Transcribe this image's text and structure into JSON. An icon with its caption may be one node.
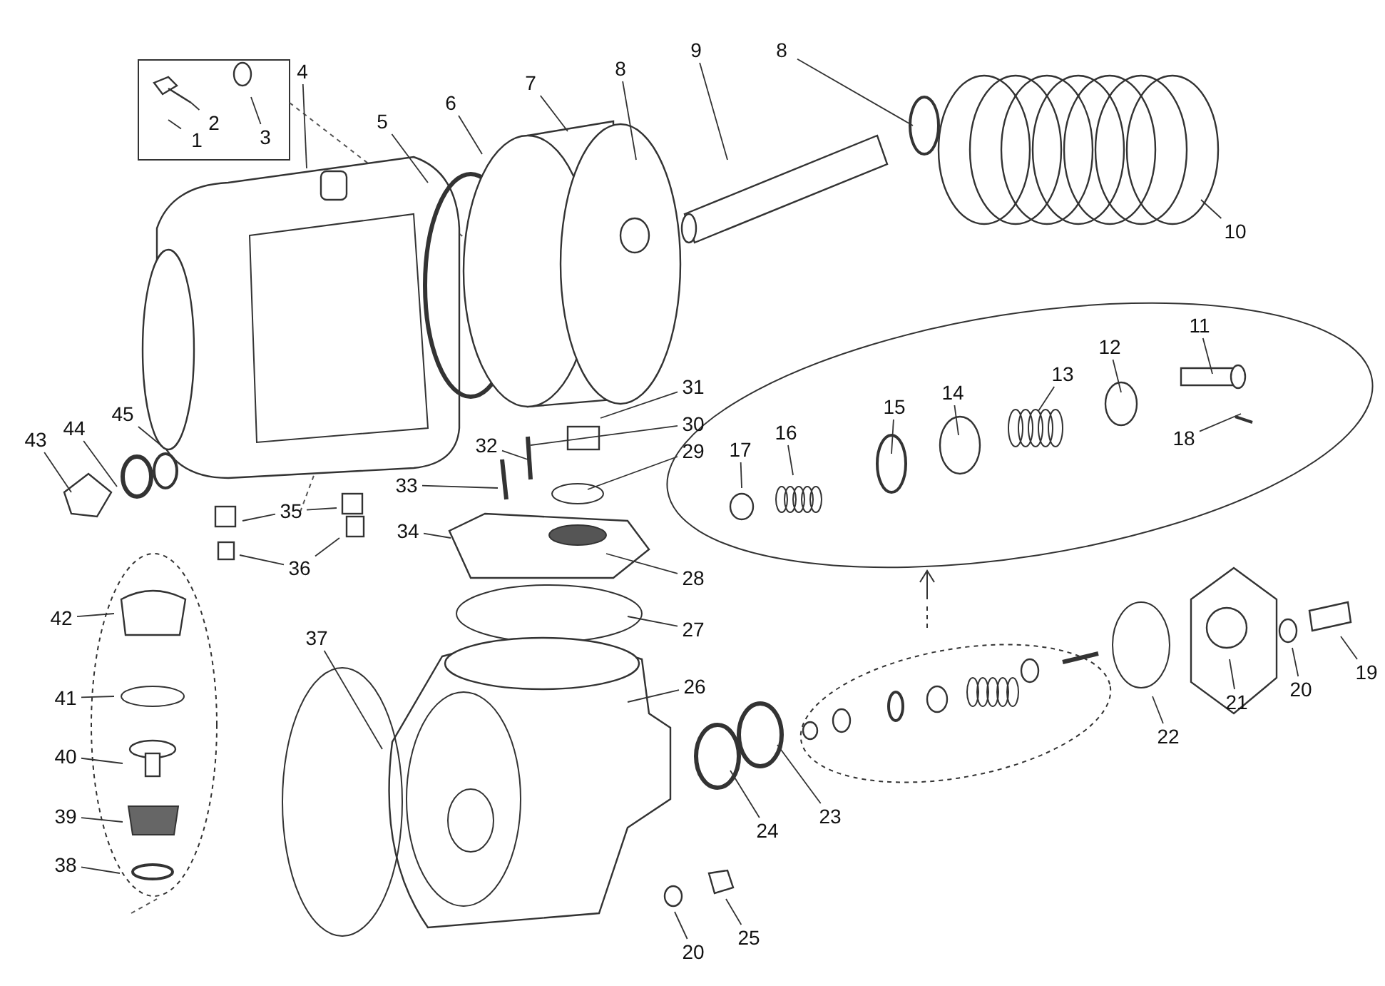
{
  "diagram": {
    "nodes": [
      {
        "text": [
          "1"
        ]
      },
      {
        "text": [
          "2"
        ]
      },
      {
        "text": [
          "3"
        ]
      },
      {
        "text": [
          "4"
        ]
      },
      {
        "text": [
          "5"
        ]
      },
      {
        "text": [
          "6"
        ]
      },
      {
        "text": [
          "7"
        ]
      },
      {
        "text": [
          "8"
        ]
      },
      {
        "text": [
          "9"
        ]
      },
      {
        "text": [
          "8"
        ]
      },
      {
        "text": [
          "10"
        ]
      },
      {
        "text": [
          "11"
        ]
      },
      {
        "text": [
          "12"
        ]
      },
      {
        "text": [
          "13"
        ]
      },
      {
        "text": [
          "14"
        ]
      },
      {
        "text": [
          "15"
        ]
      },
      {
        "text": [
          "16"
        ]
      },
      {
        "text": [
          "17"
        ]
      },
      {
        "text": [
          "18"
        ]
      },
      {
        "text": [
          "19"
        ]
      },
      {
        "text": [
          "20"
        ]
      },
      {
        "text": [
          "21"
        ]
      },
      {
        "text": [
          "22"
        ]
      },
      {
        "text": [
          "23"
        ]
      },
      {
        "text": [
          "24"
        ]
      },
      {
        "text": [
          "25"
        ]
      },
      {
        "text": [
          "20"
        ]
      },
      {
        "text": [
          "26"
        ]
      },
      {
        "text": [
          "27"
        ]
      },
      {
        "text": [
          "28"
        ]
      },
      {
        "text": [
          "29"
        ]
      },
      {
        "text": [
          "30"
        ]
      },
      {
        "text": [
          "31"
        ]
      },
      {
        "text": [
          "32"
        ]
      },
      {
        "text": [
          "33"
        ]
      },
      {
        "text": [
          "34"
        ]
      },
      {
        "text": [
          "35"
        ]
      },
      {
        "text": [
          "36"
        ]
      },
      {
        "text": [
          "37"
        ]
      },
      {
        "text": [
          "38"
        ]
      },
      {
        "text": [
          "39"
        ]
      },
      {
        "text": [
          "40"
        ]
      },
      {
        "text": [
          "41"
        ]
      },
      {
        "text": [
          "42"
        ]
      },
      {
        "text": [
          "43"
        ]
      },
      {
        "text": [
          "44"
        ]
      },
      {
        "text": [
          "45"
        ]
      }
    ],
    "edges": [
      {
        "from": 0,
        "to": null,
        "arrow": "none"
      },
      {
        "from": 1,
        "to": null,
        "arrow": "none"
      },
      {
        "from": 2,
        "to": null,
        "arrow": "none"
      },
      {
        "from": 3,
        "to": null,
        "arrow": "none"
      },
      {
        "from": 4,
        "to": null,
        "arrow": "none"
      },
      {
        "from": 5,
        "to": null,
        "arrow": "none"
      },
      {
        "from": 6,
        "to": null,
        "arrow": "none"
      },
      {
        "from": 7,
        "to": null,
        "arrow": "none"
      },
      {
        "from": 8,
        "to": null,
        "arrow": "none"
      },
      {
        "from": 9,
        "to": null,
        "arrow": "none"
      },
      {
        "from": 10,
        "to": null,
        "arrow": "none"
      },
      {
        "from": 11,
        "to": null,
        "arrow": "none"
      },
      {
        "from": 12,
        "to": null,
        "arrow": "none"
      },
      {
        "from": 13,
        "to": null,
        "arrow": "none"
      },
      {
        "from": 14,
        "to": null,
        "arrow": "none"
      },
      {
        "from": 15,
        "to": null,
        "arrow": "none"
      },
      {
        "from": 16,
        "to": null,
        "arrow": "none"
      },
      {
        "from": 17,
        "to": null,
        "arrow": "none"
      },
      {
        "from": 18,
        "to": null,
        "arrow": "none"
      },
      {
        "from": 19,
        "to": null,
        "arrow": "none"
      },
      {
        "from": 20,
        "to": null,
        "arrow": "none"
      },
      {
        "from": 21,
        "to": null,
        "arrow": "none"
      },
      {
        "from": 22,
        "to": null,
        "arrow": "none"
      },
      {
        "from": 23,
        "to": null,
        "arrow": "none"
      },
      {
        "from": 24,
        "to": null,
        "arrow": "none"
      },
      {
        "from": 25,
        "to": null,
        "arrow": "none"
      },
      {
        "from": 26,
        "to": null,
        "arrow": "none"
      },
      {
        "from": 27,
        "to": null,
        "arrow": "none"
      },
      {
        "from": 28,
        "to": null,
        "arrow": "none"
      },
      {
        "from": 29,
        "to": null,
        "arrow": "none"
      },
      {
        "from": 30,
        "to": null,
        "arrow": "none"
      },
      {
        "from": 31,
        "to": null,
        "arrow": "none"
      },
      {
        "from": 32,
        "to": null,
        "arrow": "none"
      },
      {
        "from": 33,
        "to": null,
        "arrow": "none"
      },
      {
        "from": 34,
        "to": null,
        "arrow": "none"
      },
      {
        "from": 35,
        "to": null,
        "arrow": "none"
      },
      {
        "from": 36,
        "to": null,
        "arrow": "none"
      },
      {
        "from": 36,
        "to": null,
        "arrow": "none"
      },
      {
        "from": 37,
        "to": null,
        "arrow": "none"
      },
      {
        "from": 37,
        "to": null,
        "arrow": "none"
      },
      {
        "from": 38,
        "to": null,
        "arrow": "none"
      },
      {
        "from": 39,
        "to": null,
        "arrow": "none"
      },
      {
        "from": 40,
        "to": null,
        "arrow": "none"
      },
      {
        "from": 41,
        "to": null,
        "arrow": "none"
      },
      {
        "from": 42,
        "to": null,
        "arrow": "none"
      },
      {
        "from": 43,
        "to": null,
        "arrow": "none"
      },
      {
        "from": 44,
        "to": null,
        "arrow": "none"
      },
      {
        "from": 45,
        "to": null,
        "arrow": "none"
      },
      {
        "from": 46,
        "to": null,
        "arrow": "none"
      }
    ]
  }
}
